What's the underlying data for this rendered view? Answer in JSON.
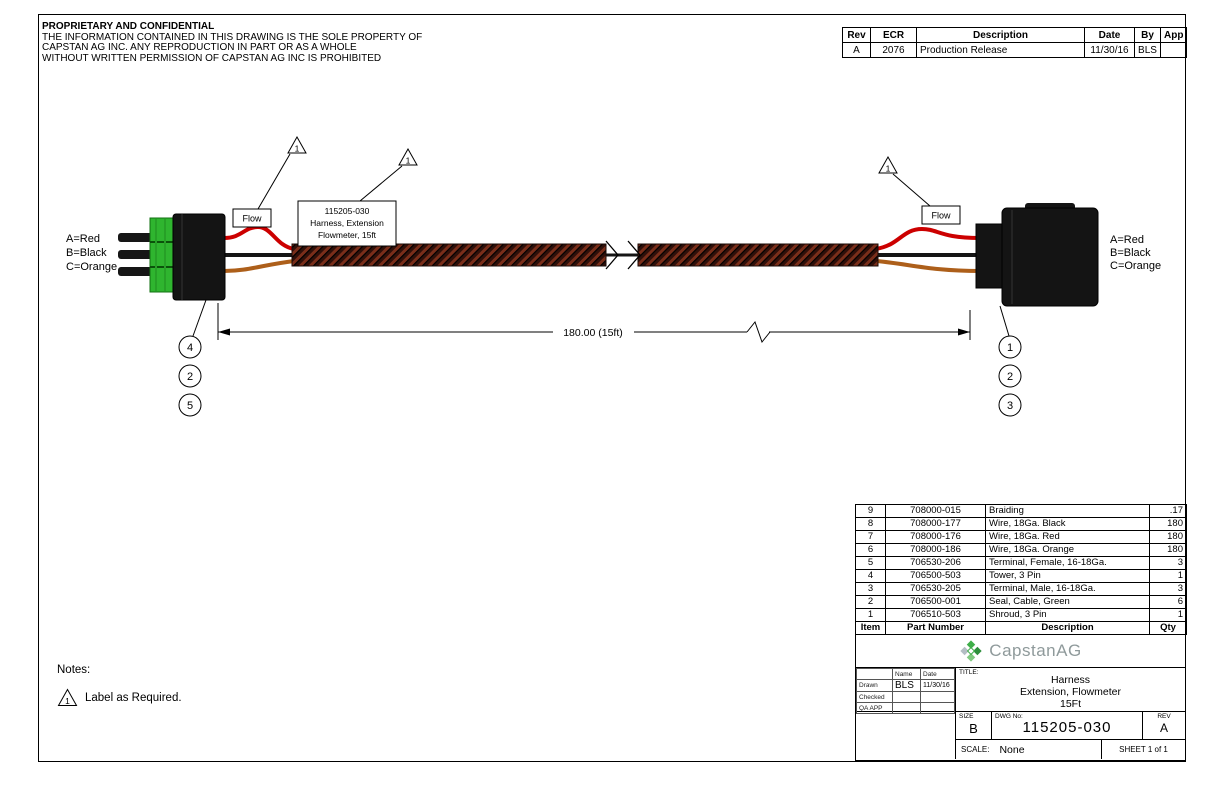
{
  "proprietary": {
    "title": "PROPRIETARY AND CONFIDENTIAL",
    "line1": "THE INFORMATION CONTAINED IN THIS DRAWING IS THE SOLE PROPERTY OF",
    "line2": "CAPSTAN AG INC. ANY REPRODUCTION IN PART OR AS A WHOLE",
    "line3": "WITHOUT WRITTEN PERMISSION OF CAPSTAN AG INC IS PROHIBITED"
  },
  "rev_table": {
    "headers": {
      "rev": "Rev",
      "ecr": "ECR",
      "description": "Description",
      "date": "Date",
      "by": "By",
      "app": "App"
    },
    "row": {
      "rev": "A",
      "ecr": "2076",
      "description": "Production Release",
      "date": "11/30/16",
      "by": "BLS",
      "app": ""
    }
  },
  "drawing": {
    "left_labels": {
      "a": "A=Red",
      "b": "B=Black",
      "c": "C=Orange"
    },
    "right_labels": {
      "a": "A=Red",
      "b": "B=Black",
      "c": "C=Orange"
    },
    "flow_label_left": "Flow",
    "flow_label_right": "Flow",
    "part_label": {
      "line1": "115205-030",
      "line2": "Harness, Extension",
      "line3": "Flowmeter, 15ft"
    },
    "dimension": "180.00 (15ft)",
    "flag_left1": "1",
    "flag_left2": "1",
    "flag_right": "1",
    "balloons_left": [
      "4",
      "2",
      "5"
    ],
    "balloons_right": [
      "1",
      "2",
      "3"
    ]
  },
  "notes": {
    "title": "Notes:",
    "flag": "1",
    "note1": "Label as Required."
  },
  "bom": {
    "headers": {
      "item": "Item",
      "part_number": "Part Number",
      "description": "Description",
      "qty": "Qty"
    },
    "rows": [
      {
        "item": "9",
        "part_number": "708000-015",
        "description": "Braiding",
        "qty": ".17"
      },
      {
        "item": "8",
        "part_number": "708000-177",
        "description": "Wire, 18Ga. Black",
        "qty": "180"
      },
      {
        "item": "7",
        "part_number": "708000-176",
        "description": "Wire, 18Ga. Red",
        "qty": "180"
      },
      {
        "item": "6",
        "part_number": "708000-186",
        "description": "Wire, 18Ga. Orange",
        "qty": "180"
      },
      {
        "item": "5",
        "part_number": "706530-206",
        "description": "Terminal, Female, 16-18Ga.",
        "qty": "3"
      },
      {
        "item": "4",
        "part_number": "706500-503",
        "description": "Tower, 3 Pin",
        "qty": "1"
      },
      {
        "item": "3",
        "part_number": "706530-205",
        "description": "Terminal, Male, 16-18Ga.",
        "qty": "3"
      },
      {
        "item": "2",
        "part_number": "706500-001",
        "description": "Seal, Cable, Green",
        "qty": "6"
      },
      {
        "item": "1",
        "part_number": "706510-503",
        "description": "Shroud, 3 Pin",
        "qty": "1"
      }
    ]
  },
  "title_block": {
    "logo_text": "CapstanAG",
    "name_header": "Name",
    "date_header": "Date",
    "drawn_label": "Drawn",
    "drawn_name": "BLS",
    "drawn_date": "11/30/16",
    "checked_label": "Checked",
    "qa_label": "QA APP",
    "title_label": "TITLE:",
    "title_line1": "Harness",
    "title_line2": "Extension, Flowmeter",
    "title_line3": "15Ft",
    "size_label": "SIZE",
    "size_value": "B",
    "dwg_label": "DWG No:",
    "dwg_value": "115205-030",
    "rev_label": "REV",
    "rev_value": "A",
    "scale_label": "SCALE:",
    "scale_value": "None",
    "sheet": "SHEET 1 of 1"
  },
  "colors": {
    "wire_red": "#cc0000",
    "wire_black": "#151515",
    "wire_orange": "#ad5f1a",
    "seal_green": "#2fb52f",
    "connector_black": "#141414"
  }
}
